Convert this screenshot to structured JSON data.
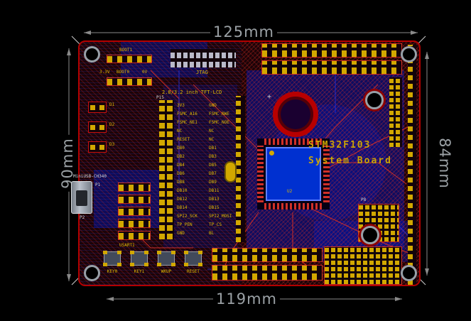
{
  "dimensions": {
    "top": "125mm",
    "bottom": "119mm",
    "left": "90mm",
    "right": "84mm"
  },
  "silkscreen": {
    "lcd_title": "2.8/3.2 inch TFT-LCD",
    "p15": "P15",
    "jtag": "JTAG",
    "boot1": "BOOT1",
    "boot0": "BOOT0",
    "v33": "3.3V",
    "v0": "0V",
    "usb": "MiniUSB-CH340",
    "p1": "P1",
    "p2": "P2",
    "p8": "P8",
    "u2": "U2",
    "d1": "D1",
    "d2": "D2",
    "d3": "D3",
    "usart1": "USART1",
    "plus": "+",
    "title_line1": "STM32F103",
    "title_line2": "System Board",
    "buttons": [
      "KEY0",
      "KEY1",
      "WKUP",
      "RESET"
    ]
  },
  "lcd_connector": {
    "left_pins": [
      "3V3",
      "FSMC_A16",
      "FSMC_NE1",
      "NC",
      "RESET",
      "DB0",
      "DB2",
      "DB4",
      "DB6",
      "DB8",
      "DB10",
      "DB12",
      "DB14",
      "SPI2_SCK",
      "TP_PEN",
      "GND"
    ],
    "right_pins": [
      "GND",
      "FSMC_NWE",
      "FSMC_NOE",
      "NC",
      "NC",
      "DB1",
      "DB3",
      "DB5",
      "DB7",
      "DB9",
      "DB11",
      "DB13",
      "DB15",
      "SPI2_MOSI",
      "TP_CS",
      "BL"
    ]
  },
  "colors": {
    "board_outline": "#b40000",
    "pad": "#d2a800",
    "silk": "#dcb800",
    "pour": "#0016b8",
    "dim": "#9aa0a4"
  }
}
